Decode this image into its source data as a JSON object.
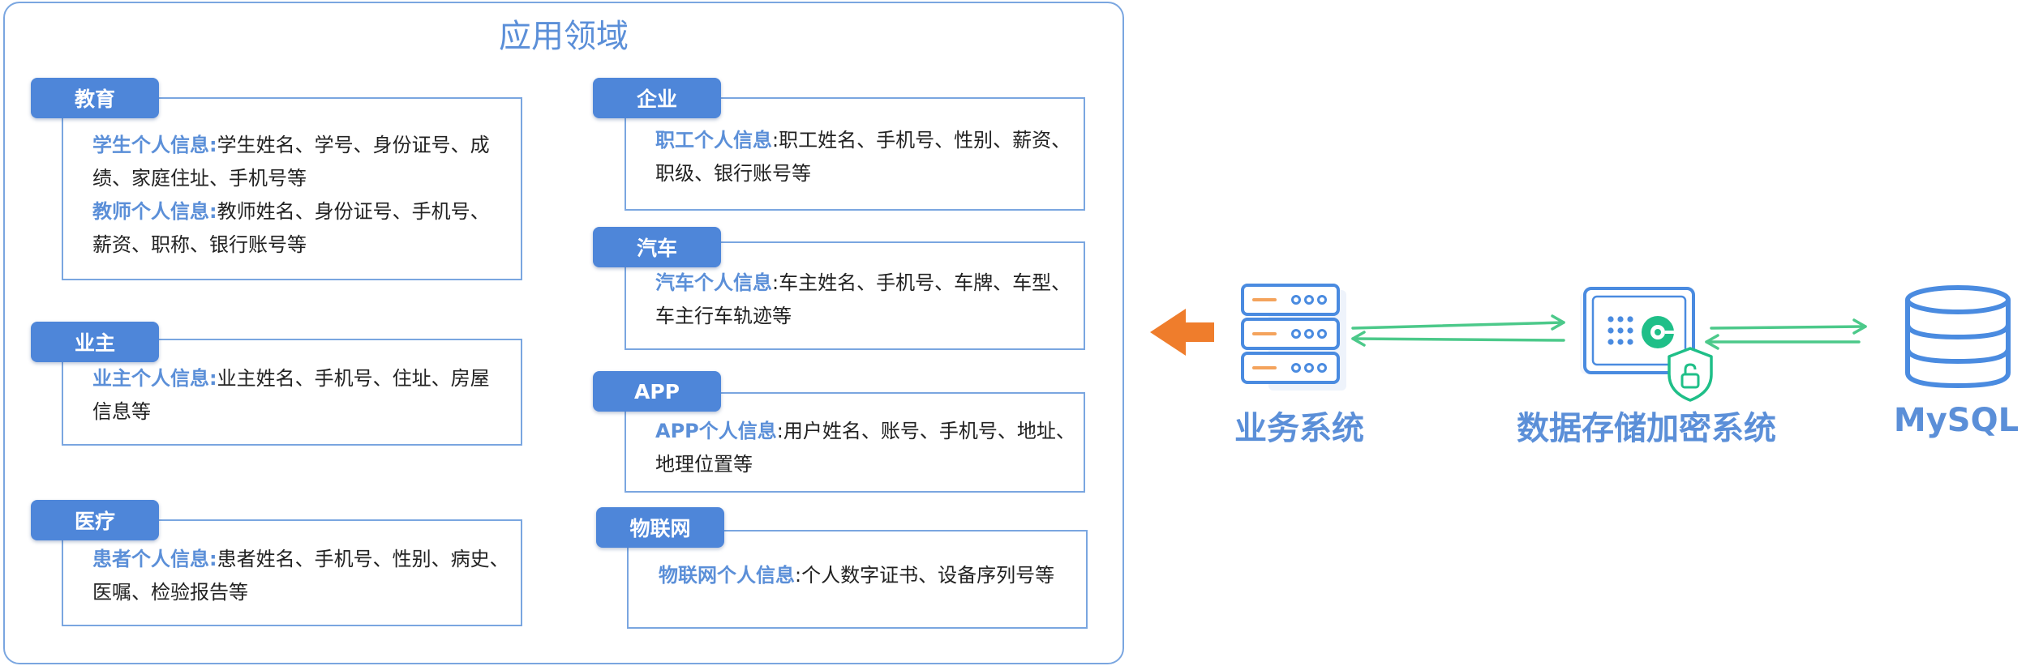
{
  "panel": {
    "title": "应用领域"
  },
  "cards": [
    {
      "id": "edu",
      "tab": "教育",
      "lines": [
        {
          "label": "学生个人信息:",
          "parts": [
            "学生姓名、学号、身份证号、成",
            "绩、家庭住址、手机号等"
          ]
        },
        {
          "label": "教师个人信息:",
          "parts": [
            "教师姓名、身份证号、手机号、",
            "薪资、职称、银行账号等"
          ]
        }
      ]
    },
    {
      "id": "owner",
      "tab": "业主",
      "lines": [
        {
          "label": "业主个人信息:",
          "parts": [
            "业主姓名、手机号、住址、房屋",
            "信息等"
          ]
        }
      ]
    },
    {
      "id": "medical",
      "tab": "医疗",
      "lines": [
        {
          "label": "患者个人信息:",
          "parts": [
            "患者姓名、手机号、性别、病史、",
            "医嘱、检验报告等"
          ]
        }
      ]
    },
    {
      "id": "enterprise",
      "tab": "企业",
      "lines": [
        {
          "label": "职工个人信息",
          "sep": ":",
          "parts": [
            "职工姓名、手机号、性别、薪资、",
            "职级、银行账号等"
          ]
        }
      ]
    },
    {
      "id": "car",
      "tab": "汽车",
      "lines": [
        {
          "label": "汽车个人信息",
          "sep": ":",
          "parts": [
            "车主姓名、手机号、车牌、车型、",
            "车主行车轨迹等"
          ]
        }
      ]
    },
    {
      "id": "app",
      "tab": "APP",
      "lines": [
        {
          "label": "APP个人信息",
          "sep": ":",
          "parts": [
            "用户姓名、账号、手机号、地址、",
            "地理位置等"
          ]
        }
      ]
    },
    {
      "id": "iot",
      "tab": "物联网",
      "lines": [
        {
          "label": "物联网个人信息",
          "sep": ":",
          "parts": [
            "个人数字证书、设备序列号等"
          ]
        }
      ]
    }
  ],
  "systems": {
    "business": "业务系统",
    "encryption": "数据存储加密系统",
    "database": "MySQL"
  },
  "colors": {
    "primary": "#4e86d9",
    "border": "#7aa6e0",
    "label": "#5b8fd8",
    "arrow_green": "#4cc98a",
    "arrow_orange": "#ef7d2c",
    "server_orange": "#f4a35c",
    "lock_green": "#1fbf88"
  }
}
